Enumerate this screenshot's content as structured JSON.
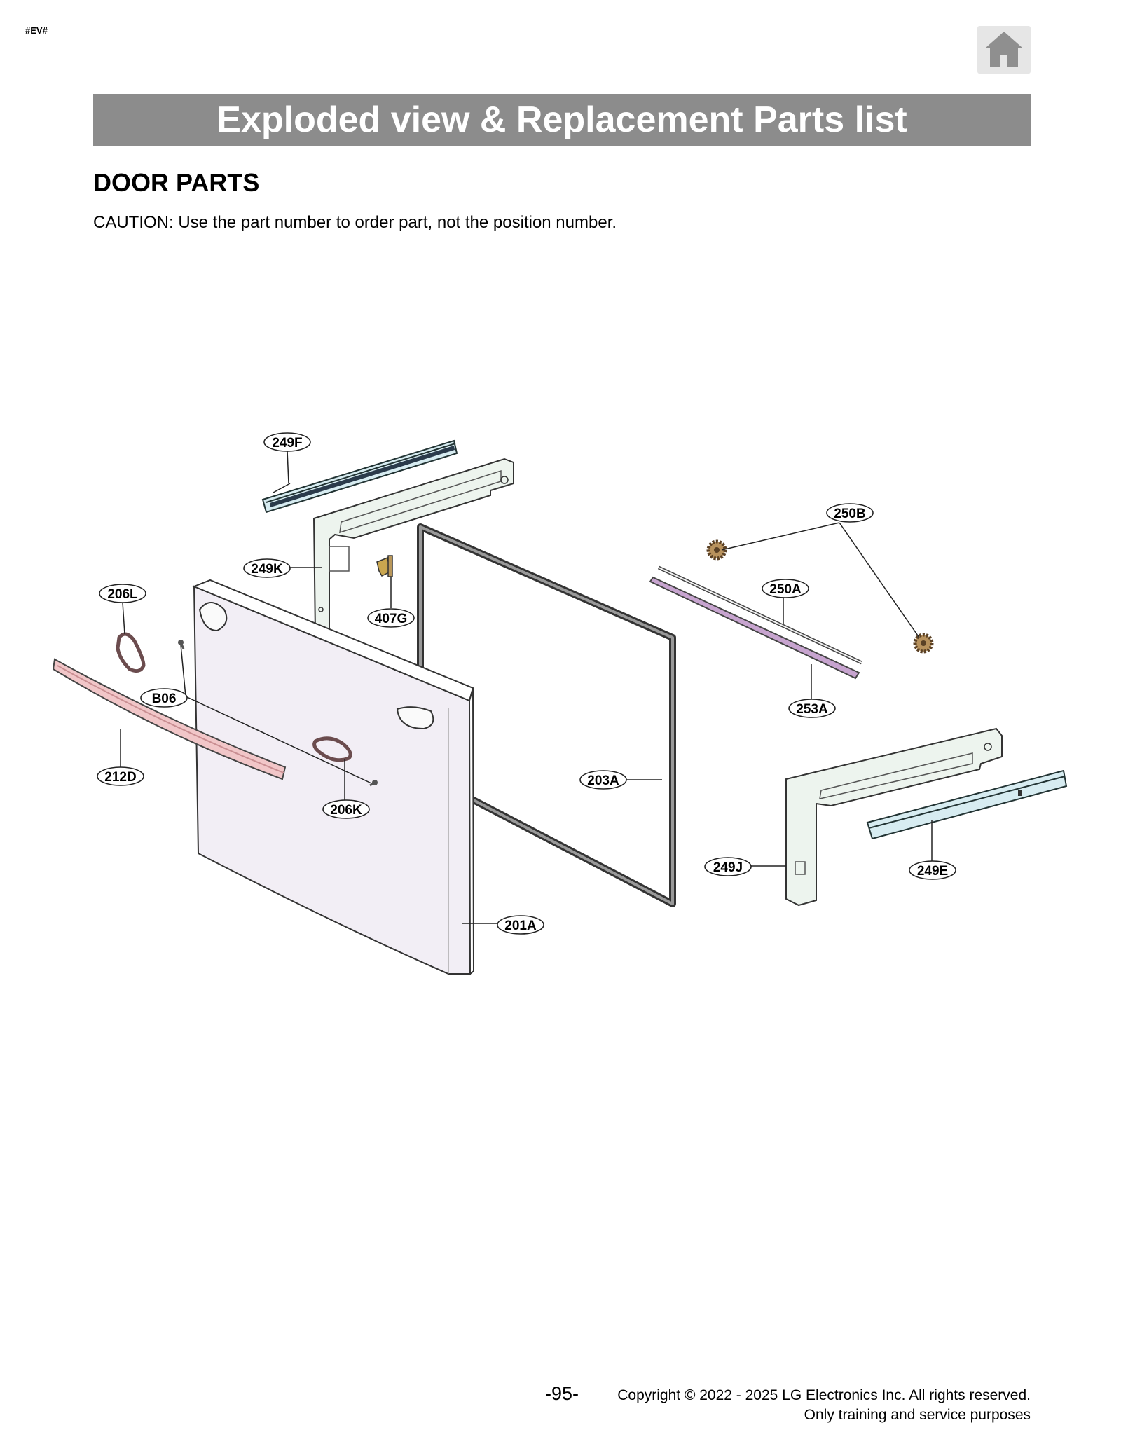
{
  "header": {
    "tag": "#EV#",
    "home_icon": "home-icon"
  },
  "banner": {
    "title": "Exploded view & Replacement Parts list"
  },
  "section": {
    "title": "DOOR PARTS",
    "caution": "CAUTION: Use the part number to order part, not the position number."
  },
  "callouts": {
    "c249F": "249F",
    "c249K": "249K",
    "c407G": "407G",
    "c206L": "206L",
    "cB06": "B06",
    "c212D": "212D",
    "c206K": "206K",
    "c203A": "203A",
    "c201A": "201A",
    "c250B": "250B",
    "c250A": "250A",
    "c253A": "253A",
    "c249J": "249J",
    "c249E": "249E"
  },
  "footer": {
    "page": "-95-",
    "copyright": "Copyright © 2022 - 2025 LG Electronics Inc. All rights reserved.",
    "note": "Only training and service purposes"
  }
}
